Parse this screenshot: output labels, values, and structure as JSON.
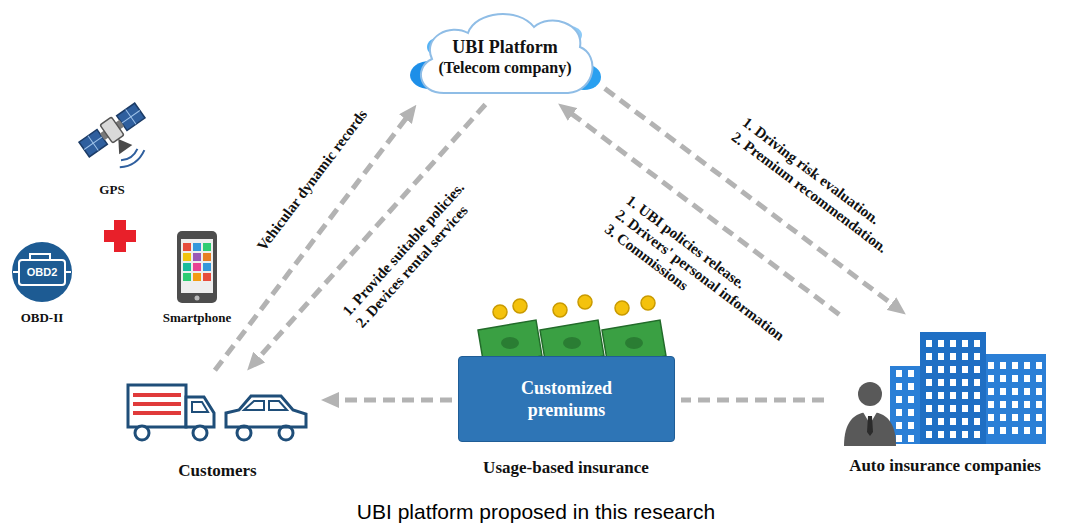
{
  "diagram": {
    "caption": "UBI platform proposed in this research",
    "nodes": [
      {
        "text": [
          "UBI Platform",
          "(Telecom company)"
        ]
      },
      {
        "text": [
          "Customers"
        ]
      },
      {
        "text": [
          "Customized premiums"
        ]
      },
      {
        "text": [
          "Auto insurance companies"
        ]
      }
    ],
    "edges": [
      {
        "from": 1,
        "to": 0,
        "label": "Vehicular dynamic records",
        "arrow": "to"
      },
      {
        "from": 0,
        "to": 1,
        "label": "1. Provide suitable policies. 2. Devices rental services",
        "arrow": "to"
      },
      {
        "from": 0,
        "to": 3,
        "label": "1. Driving risk evaluation. 2. Premium recommendation.",
        "arrow": "to"
      },
      {
        "from": 3,
        "to": 0,
        "label": "1. UBI policies release. 2. Drivers' personal information 3. Commissions",
        "arrow": "to"
      },
      {
        "from": 3,
        "to": 2,
        "arrow": "none"
      },
      {
        "from": 2,
        "to": 1,
        "arrow": "to"
      }
    ],
    "labels": [
      "GPS",
      "OBD2",
      "OBD-II",
      "Smartphone",
      "Usage-based insurance"
    ]
  }
}
